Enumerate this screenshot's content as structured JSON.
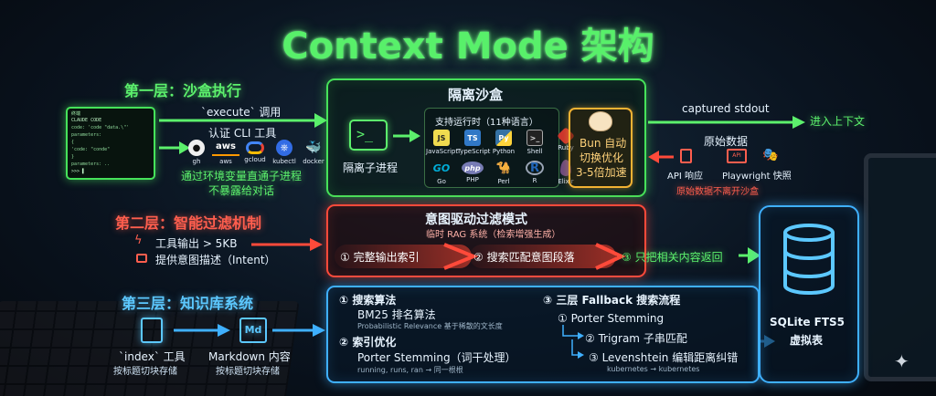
{
  "title": "Context Mode 架构",
  "layer1": {
    "label": "第一层：沙盒执行",
    "terminal": {
      "tab": "终端",
      "lines": [
        "CLAUDE CODE",
        "code: 'code \"data.\\\"'",
        "parameters:",
        "{",
        "  'code: \"conde\"",
        "}",
        "parameters: ..",
        ">>> ▌"
      ]
    },
    "execute_label": "`execute` 调用",
    "cli_title": "认证 CLI 工具",
    "cli_tools": [
      "gh",
      "aws",
      "gcloud",
      "kubectl",
      "docker"
    ],
    "cli_note_1": "通过环境变量直通子进程",
    "cli_note_2": "不暴露给对话",
    "sandbox_title": "隔离沙盒",
    "subprocess_label": "隔离子进程",
    "runtime_title": "支持运行时（11种语言）",
    "languages_row1": [
      "JavaScript",
      "TypeScript",
      "Python",
      "Shell",
      "Ruby"
    ],
    "languages_row2": [
      "Go",
      "PHP",
      "Perl",
      "R",
      "Elixir"
    ],
    "bun_1": "Bun 自动",
    "bun_2": "切换优化",
    "bun_3": "3-5倍加速",
    "captured": "captured stdout",
    "into_context": "进入上下文",
    "raw_title": "原始数据",
    "api_label": "API 响应",
    "playwright_label": "Playwright 快照",
    "raw_note": "原始数据不离开沙盒"
  },
  "layer2": {
    "label": "第二层：智能过滤机制",
    "input_1": "工具输出 > 5KB",
    "input_2": "提供意图描述（Intent）",
    "box_title": "意图驱动过滤模式",
    "box_subtitle": "临时 RAG 系统（检索增强生成）",
    "step1": "① 完整输出索引",
    "step2": "② 搜索匹配意图段落",
    "step3": "③ 只把相关内容返回"
  },
  "layer3": {
    "label": "第三层：知识库系统",
    "index_tool": "`index` 工具",
    "index_note": "按标题切块存储",
    "markdown": "Markdown 内容",
    "markdown_note": "按标题切块存储",
    "md_badge": "Md",
    "s1_title": "① 搜索算法",
    "s1_main": "BM25 排名算法",
    "s1_sub": "Probabilistic Relevance 基于稀散的文长度",
    "s2_title": "② 索引优化",
    "s2_main": "Porter Stemming（词干处理）",
    "s2_sub": "running, runs, ran → 同一根根",
    "s3_title": "③ 三层 Fallback 搜索流程",
    "fb1": "① Porter Stemming",
    "fb2": "② Trigram 子串匹配",
    "fb3": "③ Levenshtein 编辑距离纠错",
    "fb3_sub": "kubernetes → kubernetes",
    "db_1": "SQLite FTS5",
    "db_2": "虚拟表"
  },
  "colors": {
    "green": "#46e25a",
    "red": "#ff4a3a",
    "blue": "#3fb0ff",
    "bun": "#f2b233"
  }
}
